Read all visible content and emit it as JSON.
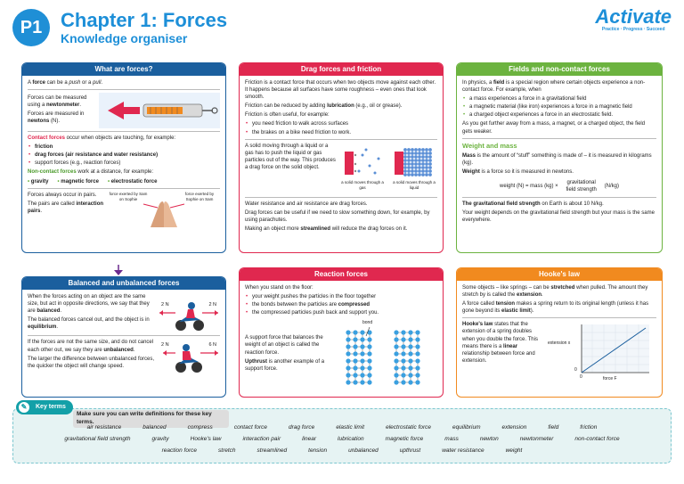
{
  "header": {
    "badge": "P1",
    "title": "Chapter 1: Forces",
    "subtitle": "Knowledge organiser",
    "logo": "Activate",
    "logo_tagline": "Practice · Progress · Succeed"
  },
  "colors": {
    "blue": "#1b5f9e",
    "red": "#e0284f",
    "green": "#6cb33f",
    "orange": "#f18a1f",
    "teal": "#13a0a8"
  },
  "what_are_forces": {
    "title": "What are forces?",
    "p1a": "A ",
    "p1b": "force",
    "p1c": " can be a ",
    "p1d": "push",
    "p1e": " or a ",
    "p1f": "pull",
    "p1g": ".",
    "p2": "Forces can be measured using a ",
    "p2b": "newtonmeter",
    "p3": "Forces are measured in ",
    "p3b": "newtons",
    "p3c": " (N).",
    "contact_head": "Contact forces",
    "contact_rest": " occur when objects are touching, for example:",
    "contact_items": [
      "friction",
      "drag forces (air resistance and water resistance)",
      "support forces (e.g., reaction forces)"
    ],
    "noncontact_head": "Non-contact forces",
    "noncontact_rest": " work at a distance, for example:",
    "noncontact_items": [
      "gravity",
      "magnetic force",
      "electrostatic force"
    ],
    "pairs1": "Forces always occur in pairs.",
    "pairs2": "The pairs are called ",
    "pairs2b": "interaction pairs",
    "label_left": "force exerted by Sam on Sophie",
    "label_right": "force exerted by Sophie on Sam"
  },
  "drag": {
    "title": "Drag forces and friction",
    "p1": "Friction is a contact force that occurs when two objects move against each other. It happens because all surfaces have some roughness – even ones that look smooth.",
    "p2a": "Friction can be reduced by adding ",
    "p2b": "lubrication",
    "p2c": " (e.g., oil or grease).",
    "p3": "Friction is often useful, for example:",
    "items": [
      "you need friction to walk across surfaces",
      "the brakes on a bike need friction to work."
    ],
    "p4": "A solid moving through a liquid or a gas has to push the liquid or gas particles out of the way. This produces a drag force on the solid object.",
    "cap_gas": "a solid moves through a gas",
    "cap_liquid": "a solid moves through a liquid",
    "p5": "Water resistance and air resistance are drag forces.",
    "p6": "Drag forces can be useful if we need to slow something down, for example, by using parachutes.",
    "p7a": "Making an object more ",
    "p7b": "streamlined",
    "p7c": " will reduce the drag forces on it."
  },
  "fields": {
    "title": "Fields and non-contact forces",
    "p1a": "In physics, a ",
    "p1b": "field",
    "p1c": " is a special region where certain objects experience a non-contact force. For example, when",
    "items": [
      "a mass experiences a force in a gravitational field",
      "a magnetic material (like iron) experiences a force in a magnetic field",
      "a charged object experiences a force in an electrostatic field."
    ],
    "p2": "As you get further away from a mass, a magnet, or a charged object, the field gets weaker.",
    "weight_head": "Weight and mass",
    "p3a": "Mass",
    "p3b": " is the amount of “stuff” something is made of – it is measured in kilograms (kg).",
    "p4a": "Weight",
    "p4b": " is a force so it is measured in newtons.",
    "eq_left": "weight (N) = mass (kg)  ×",
    "eq_frac": "gravitational field strength",
    "eq_unit": "(N/kg)",
    "p5a": "The gravitational field strength",
    "p5b": " on Earth is about 10 N/kg.",
    "p6": "Your weight depends on the gravitational field strength but your mass is the same everywhere."
  },
  "balanced": {
    "title": "Balanced and unbalanced forces",
    "p1": "When the forces acting on an object are the same size, but act in opposite directions, we say that they are ",
    "p1b": "balanced",
    "p2": "The balanced forces cancel out, and the object is in ",
    "p2b": "equilibrium",
    "bal_left": "2 N",
    "bal_right": "2 N",
    "p3": "If the forces are not the same size, and do not cancel each other out, we say they are ",
    "p3b": "unbalanced",
    "p4": "The larger the difference between unbalanced forces, the quicker the object will change speed.",
    "unb_left": "2 N",
    "unb_right": "6 N"
  },
  "reaction": {
    "title": "Reaction forces",
    "p1": "When you stand on the floor:",
    "item1": "your weight pushes the particles in the floor together",
    "item2a": "the bonds between the particles are ",
    "item2b": "compressed",
    "item3": "the compressed particles push back and support you.",
    "bond": "bond",
    "p2": "A support force that balances the weight of an object is called the reaction force.",
    "p3a": "Upthrust",
    "p3b": " is another example of a support force."
  },
  "hookes": {
    "title": "Hooke's law",
    "p1a": "Some objects – like springs – can be ",
    "p1b": "stretched",
    "p1c": " when pulled. The amount they stretch by is called the ",
    "p1d": "extension",
    "p1e": ".",
    "p2a": "A force called ",
    "p2b": "tension",
    "p2c": " makes a spring return to its original length (unless it has gone beyond its ",
    "p2d": "elastic limit",
    "p2e": ").",
    "p3a": "Hooke's law",
    "p3b": " states that the extension of a spring doubles when you double the force. This means there is a ",
    "p3c": "linear",
    "p3d": " relationship between force and extension.",
    "y_label": "extension x",
    "x_label": "force F",
    "origin": "0",
    "origin2": "0"
  },
  "key_terms": {
    "label": "Key terms",
    "instruction": "Make sure you can write definitions for these key terms.",
    "row1": [
      "air resistance",
      "balanced",
      "compress",
      "contact force",
      "drag force",
      "elastic limit",
      "electrostatic force",
      "equilibrium",
      "extension",
      "field",
      "friction"
    ],
    "row2": [
      "gravitational field strength",
      "gravity",
      "Hooke's law",
      "interaction pair",
      "linear",
      "lubrication",
      "magnetic force",
      "mass",
      "newton",
      "newtonmeter",
      "non-contact force"
    ],
    "row3": [
      "reaction force",
      "stretch",
      "streamlined",
      "tension",
      "unbalanced",
      "upthrust",
      "water resistance",
      "weight"
    ]
  }
}
